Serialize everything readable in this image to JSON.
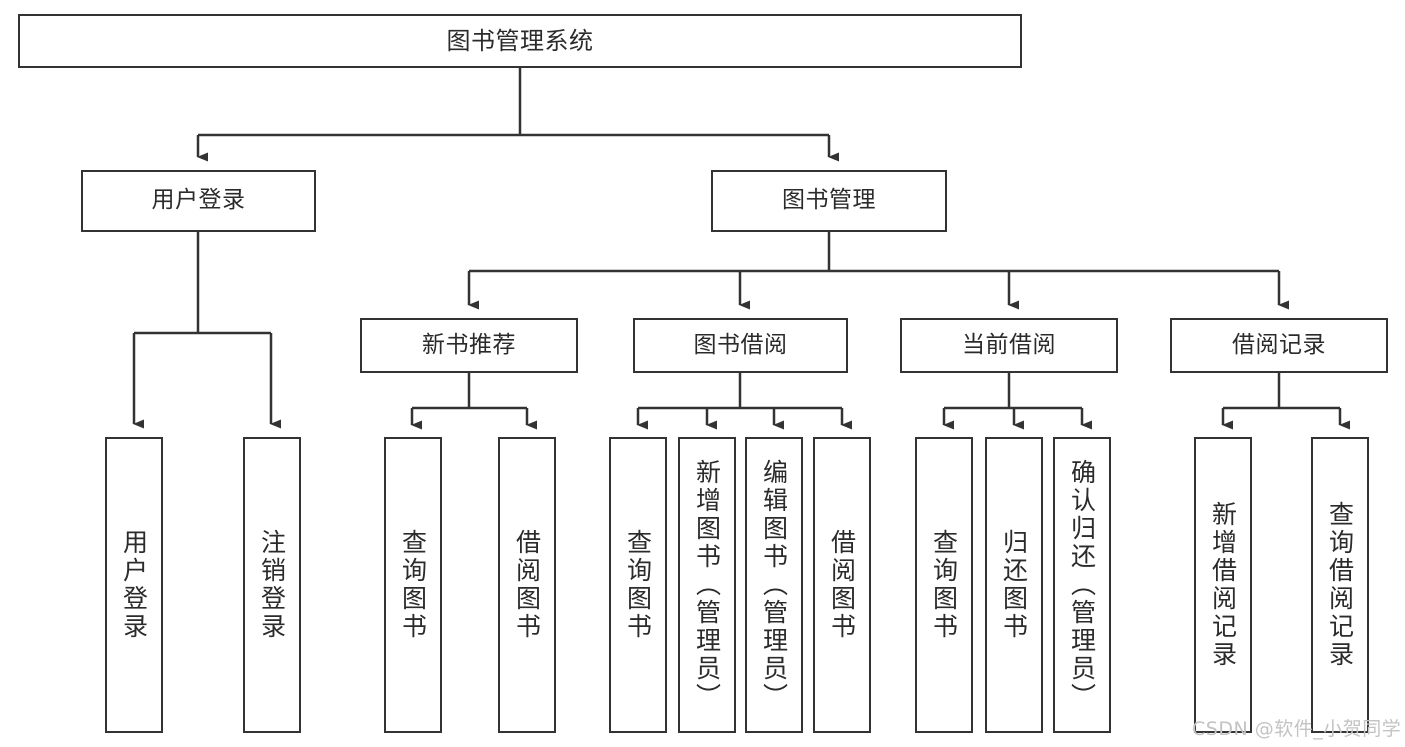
{
  "diagram": {
    "title": "图书管理系统",
    "watermark": "CSDN @软件_小贺同学",
    "colors": {
      "box_border": "#333333",
      "box_fill": "#ffffff",
      "edge": "#333333",
      "text": "#2b2b2b",
      "watermark": "#c3c3c3",
      "background": "#ffffff"
    },
    "nodes": {
      "root": "图书管理系统",
      "level2": {
        "user_login": "用户登录",
        "book_manage": "图书管理"
      },
      "level3": {
        "new_book_recommend": "新书推荐",
        "book_borrow": "图书借阅",
        "current_borrow": "当前借阅",
        "borrow_record": "借阅记录"
      },
      "leaves": {
        "user_login_leaf_1": "用户登录",
        "user_login_leaf_2": "注销登录",
        "recommend_leaf_1": "查询图书",
        "recommend_leaf_2": "借阅图书",
        "borrow_leaf_1": "查询图书",
        "borrow_leaf_2": "新增图书（管理员）",
        "borrow_leaf_3": "编辑图书（管理员）",
        "borrow_leaf_4": "借阅图书",
        "current_leaf_1": "查询图书",
        "current_leaf_2": "归还图书",
        "current_leaf_3": "确认归还（管理员）",
        "record_leaf_1": "新增借阅记录",
        "record_leaf_2": "查询借阅记录"
      }
    }
  }
}
